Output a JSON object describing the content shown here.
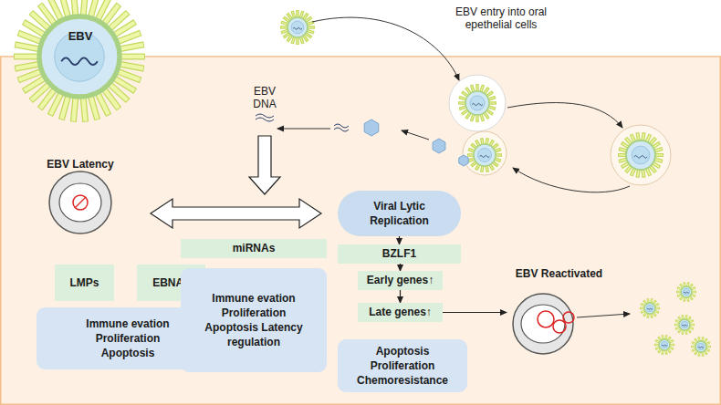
{
  "diagram": {
    "nodes": [
      {
        "text": [
          "EBV"
        ]
      },
      {
        "text": [
          "EBV Latency"
        ]
      },
      {
        "text": [
          "LMPs"
        ]
      },
      {
        "text": [
          "EBNAs"
        ]
      },
      {
        "text": [
          "Immune evation Proliferation Apoptosis"
        ]
      },
      {
        "text": [
          "miRNAs"
        ]
      },
      {
        "text": [
          "Immune evation Proliferation Apoptosis Latency regulation"
        ]
      },
      {
        "text": [
          "Viral Lytic Replication"
        ]
      },
      {
        "text": [
          "BZLF1"
        ]
      },
      {
        "text": [
          "Early genes↑"
        ]
      },
      {
        "text": [
          "Late genes↑"
        ]
      },
      {
        "text": [
          "Apoptosis Proliferation Chemoresistance"
        ]
      },
      {
        "text": [
          "EBV Reactivated"
        ]
      }
    ],
    "edges": [
      {
        "from": 1,
        "to": 7,
        "arrow": "both"
      },
      {
        "from": 7,
        "to": 8,
        "arrow": "to"
      },
      {
        "from": 8,
        "to": 9,
        "arrow": "to"
      },
      {
        "from": 9,
        "to": 10,
        "arrow": "to"
      },
      {
        "from": 10,
        "to": 12,
        "arrow": "to"
      }
    ],
    "labels": [
      "EBV entry into oral epethelial cells",
      "EBV DNA"
    ]
  }
}
